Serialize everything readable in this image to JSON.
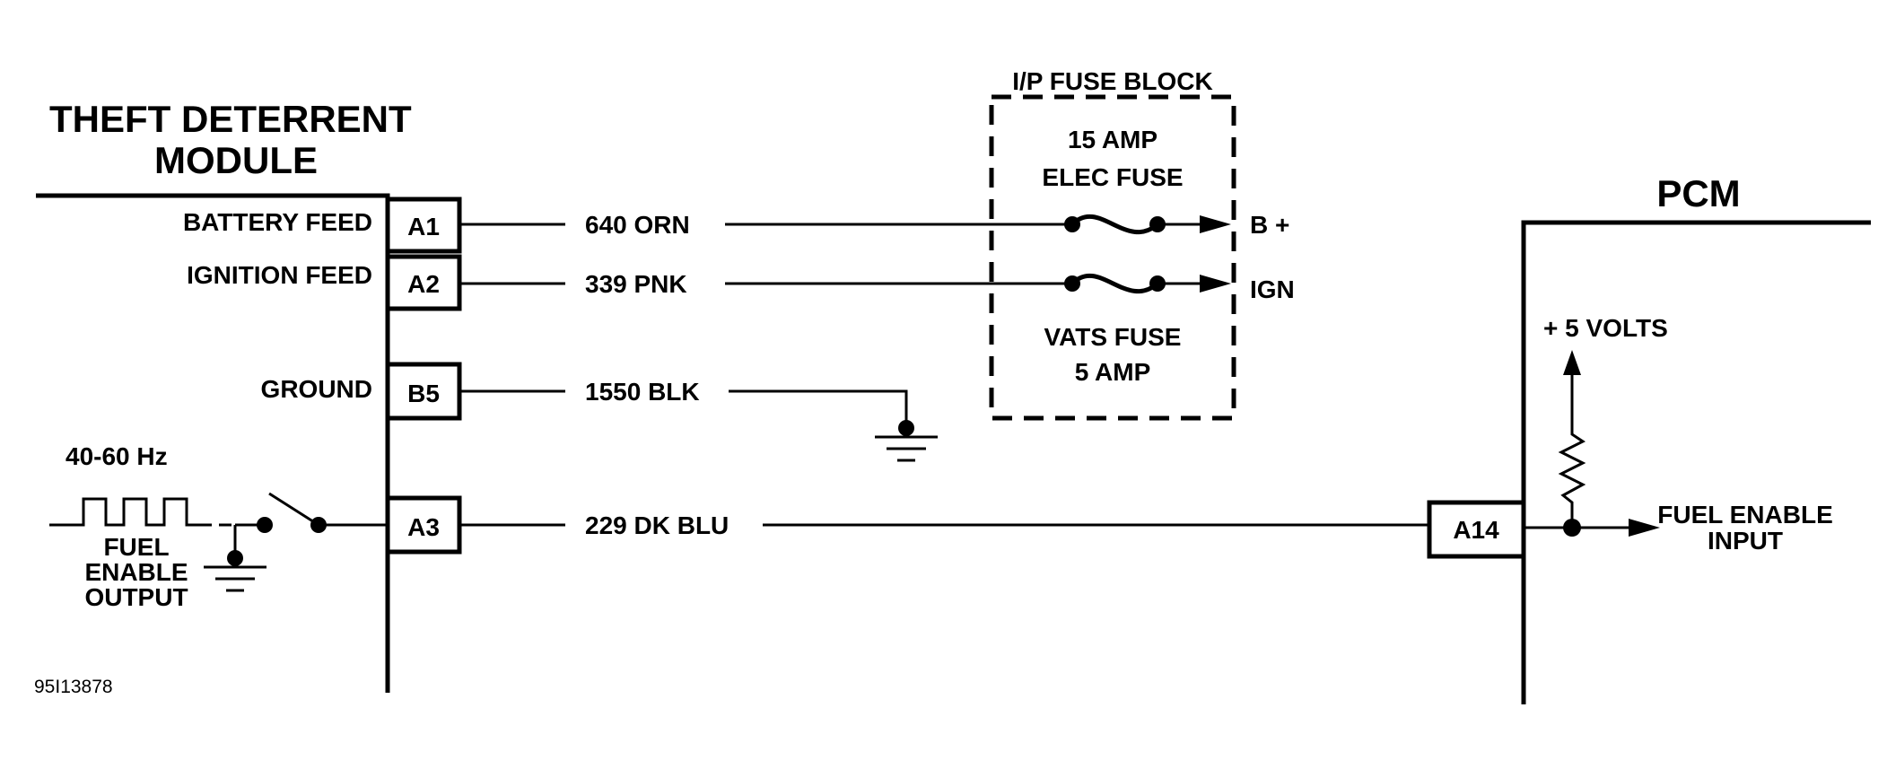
{
  "module": {
    "title_line1": "THEFT DETERRENT",
    "title_line2": "MODULE"
  },
  "pcm": {
    "title": "PCM"
  },
  "fuse_block": {
    "title": "I/P FUSE BLOCK",
    "fuse1_line1": "15 AMP",
    "fuse1_line2": "ELEC FUSE",
    "fuse2_line1": "VATS FUSE",
    "fuse2_line2": "5 AMP"
  },
  "circuits": [
    {
      "function": "BATTERY FEED",
      "pin": "A1",
      "wire": "640 ORN",
      "destination": "B +"
    },
    {
      "function": "IGNITION FEED",
      "pin": "A2",
      "wire": "339 PNK",
      "destination": "IGN"
    },
    {
      "function": "GROUND",
      "pin": "B5",
      "wire": "1550 BLK"
    },
    {
      "pin": "A3",
      "wire": "229 DK BLU",
      "pcm_pin": "A14"
    }
  ],
  "fuel_enable_output": {
    "frequency": "40-60 Hz",
    "line1": "FUEL",
    "line2": "ENABLE",
    "line3": "OUTPUT"
  },
  "pcm_input": {
    "supply": "+ 5 VOLTS",
    "line1": "FUEL ENABLE",
    "line2": "INPUT"
  },
  "figure_id": "95I13878"
}
